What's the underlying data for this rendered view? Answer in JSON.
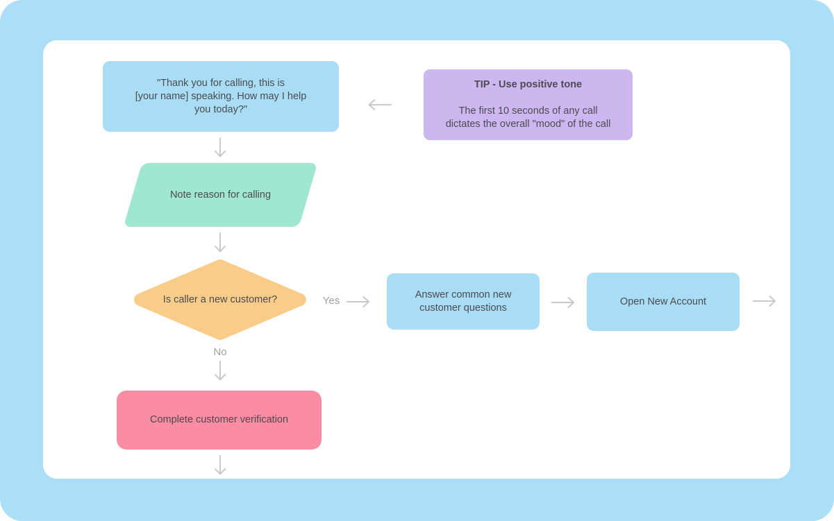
{
  "page": {
    "kind": "call-center-greeting-flowchart"
  },
  "colors": {
    "canvas-blue": "#ABDFF7",
    "panel-white": "#FFFFFF",
    "node-blue": "#A9DDF5",
    "node-teal": "#A0E7D1",
    "node-orange": "#F9CD89",
    "node-purple": "#CDB7F1",
    "node-pink": "#FA8CA4",
    "arrow-gray": "#C8C8CD",
    "text-dark": "#4B4B4F",
    "text-muted": "#9FA0A4"
  },
  "flowchart": {
    "greeting": {
      "text": "\"Thank you for calling, this is\n[your name] speaking. How may I help\nyou today?\""
    },
    "tip": {
      "title": "TIP - Use positive tone",
      "body": "The first 10 seconds of any call\ndictates the overall \"mood\" of the call"
    },
    "note_reason": {
      "text": "Note reason for calling"
    },
    "decision": {
      "text": "Is caller a new customer?"
    },
    "branch_yes": "Yes",
    "branch_no": "No",
    "answer_questions": {
      "text": "Answer common new\ncustomer questions"
    },
    "open_account": {
      "text": "Open New Account"
    },
    "verification": {
      "text": "Complete customer verification"
    }
  }
}
